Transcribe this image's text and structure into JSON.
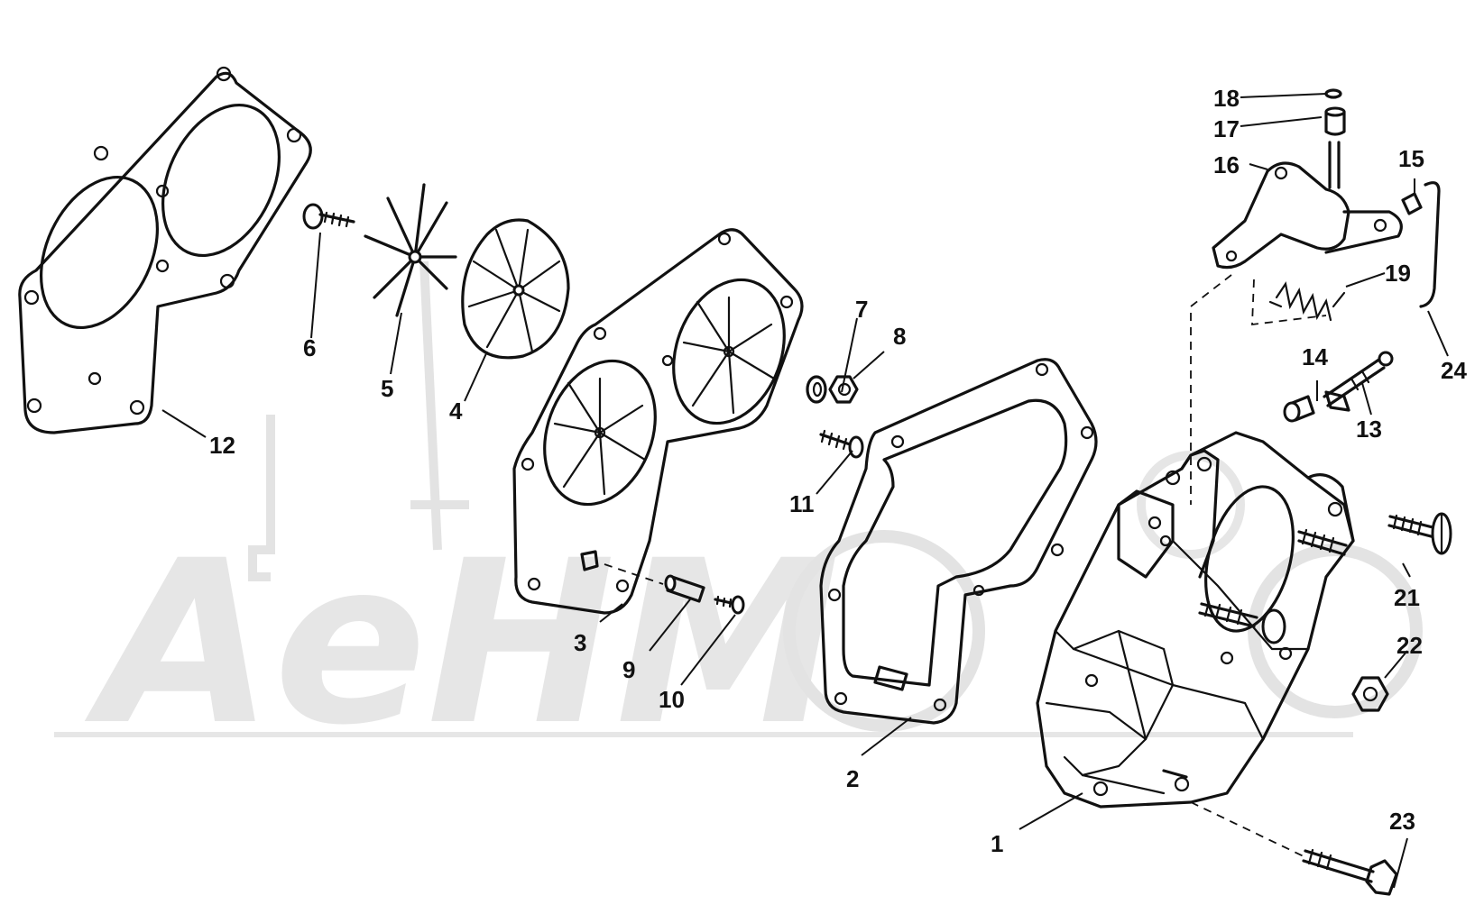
{
  "watermark": {
    "text": "АеНМ",
    "color": "#e6e6e6"
  },
  "callouts": [
    {
      "id": "1",
      "text": "1"
    },
    {
      "id": "2",
      "text": "2"
    },
    {
      "id": "3",
      "text": "3"
    },
    {
      "id": "4",
      "text": "4"
    },
    {
      "id": "5",
      "text": "5"
    },
    {
      "id": "6",
      "text": "6"
    },
    {
      "id": "7",
      "text": "7"
    },
    {
      "id": "8",
      "text": "8"
    },
    {
      "id": "9",
      "text": "9"
    },
    {
      "id": "10",
      "text": "10"
    },
    {
      "id": "11",
      "text": "11"
    },
    {
      "id": "12",
      "text": "12"
    },
    {
      "id": "13",
      "text": "13"
    },
    {
      "id": "14",
      "text": "14"
    },
    {
      "id": "15",
      "text": "15"
    },
    {
      "id": "16",
      "text": "16"
    },
    {
      "id": "17",
      "text": "17"
    },
    {
      "id": "18",
      "text": "18"
    },
    {
      "id": "19",
      "text": "19"
    },
    {
      "id": "21",
      "text": "21"
    },
    {
      "id": "22",
      "text": "22"
    },
    {
      "id": "23",
      "text": "23"
    },
    {
      "id": "24",
      "text": "24"
    }
  ]
}
